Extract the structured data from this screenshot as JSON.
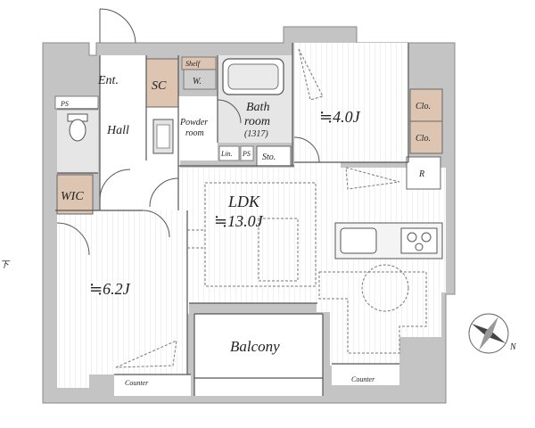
{
  "plan": {
    "rooms": {
      "entrance": "Ent.",
      "shoe_closet": "SC",
      "shelf": "Shelf",
      "washer": "W.",
      "bath_line1": "Bath",
      "bath_line2": "room",
      "bath_size": "(1317)",
      "powder_line1": "Powder",
      "powder_line2": "room",
      "western_room_north": "≒4.0J",
      "closet_1": "Clo.",
      "closet_2": "Clo.",
      "hall": "Hall",
      "pipe_space_left": "PS",
      "pipe_space_mid": "PS",
      "linen": "Lin.",
      "storage": "Sto.",
      "refrigerator": "R",
      "wic": "WIC",
      "ldk_name": "LDK",
      "ldk_size": "≒13.0J",
      "western_room_south": "≒6.2J",
      "balcony": "Balcony",
      "counter_left": "Counter",
      "counter_right": "Counter",
      "compass_n": "N",
      "edge_glyph": "下"
    },
    "colors": {
      "wall": "#c4c4c4",
      "wall_stroke": "#8a8a8a",
      "storage_fill": "#ddc5b2",
      "wet_fill": "#e6e6e6",
      "floor_stripe": "#e9e9e9",
      "line": "#555555"
    }
  }
}
